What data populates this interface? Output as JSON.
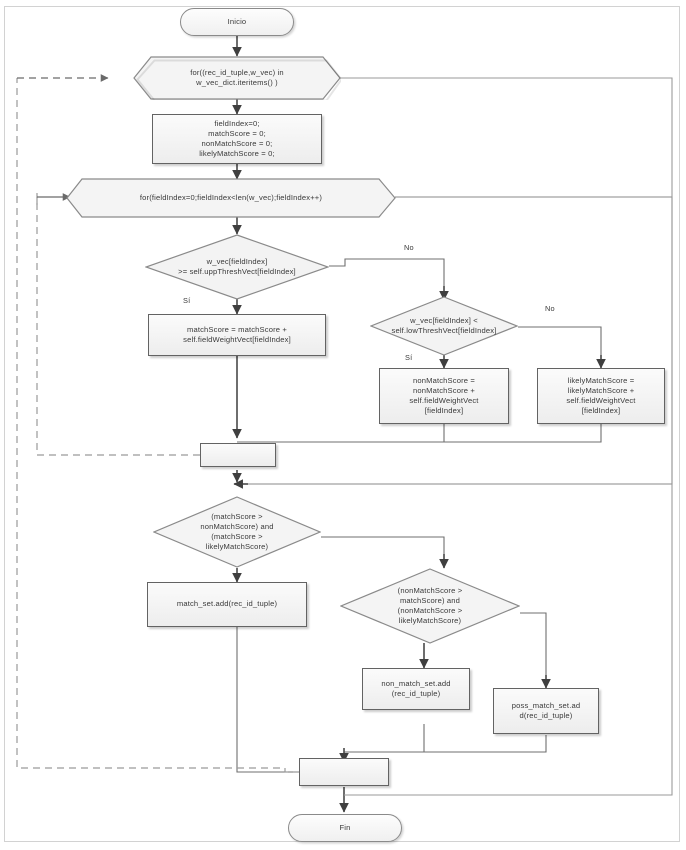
{
  "diagram": {
    "type": "flowchart",
    "language": "es",
    "title": "",
    "colors": {
      "node_fill_light": "#fbfbfb",
      "node_fill_dark": "#ededed",
      "node_stroke": "#636363",
      "terminator_stroke": "#8a8a8a",
      "wire": "#5a5a5a",
      "wire_light": "#9a9a9a",
      "text": "#3a3a3a",
      "page_border": "#d2d2d2"
    },
    "nodes": [
      {
        "id": "start",
        "shape": "terminator",
        "label": "Inicio"
      },
      {
        "id": "for_outer",
        "shape": "hexagon",
        "label": "for((rec_id_tuple,w_vec) in\nw_vec_dict.iteritems() )"
      },
      {
        "id": "init",
        "shape": "process",
        "label": "fieldIndex=0;\nmatchScore = 0;\nnonMatchScore = 0;\nlikelyMatchScore = 0;"
      },
      {
        "id": "for_inner",
        "shape": "hexagon",
        "label": "for(fieldIndex=0;fieldIndex<len(w_vec);fieldIndex++)"
      },
      {
        "id": "dec_upper",
        "shape": "decision",
        "label": "w_vec[fieldIndex]\n>= self.uppThreshVect[fieldIndex]"
      },
      {
        "id": "match_add",
        "shape": "process",
        "label": "matchScore = matchScore +\nself.fieldWeightVect[fieldIndex]"
      },
      {
        "id": "dec_lower",
        "shape": "decision",
        "label": "w_vec[fieldIndex] <\nself.lowThreshVect[fieldIndex]"
      },
      {
        "id": "nonmatch_add",
        "shape": "process",
        "label": "nonMatchScore =\nnonMatchScore +\nself.fieldWeightVect\n[fieldIndex]"
      },
      {
        "id": "likely_add",
        "shape": "process",
        "label": "likelyMatchScore =\nlikelyMatchScore +\nself.fieldWeightVect\n[fieldIndex]"
      },
      {
        "id": "merge_inner",
        "shape": "process",
        "label": ""
      },
      {
        "id": "dec_match",
        "shape": "decision",
        "label": "(matchScore >\nnonMatchScore) and\n(matchScore >\nlikelyMatchScore)"
      },
      {
        "id": "match_set",
        "shape": "process",
        "label": "match_set.add(rec_id_tuple)"
      },
      {
        "id": "dec_nonmatch",
        "shape": "decision",
        "label": "(nonMatchScore >\nmatchScore) and\n(nonMatchScore >\nlikelyMatchScore)"
      },
      {
        "id": "non_match_set",
        "shape": "process",
        "label": "non_match_set.add\n(rec_id_tuple)"
      },
      {
        "id": "poss_match_set",
        "shape": "process",
        "label": "poss_match_set.ad\nd(rec_id_tuple)"
      },
      {
        "id": "merge_outer",
        "shape": "process",
        "label": ""
      },
      {
        "id": "end",
        "shape": "terminator",
        "label": "Fin"
      }
    ],
    "edge_labels": [
      {
        "id": "upper_no",
        "text": "No"
      },
      {
        "id": "upper_si",
        "text": "Sí"
      },
      {
        "id": "lower_no",
        "text": "No"
      },
      {
        "id": "lower_si",
        "text": "Sí"
      }
    ]
  }
}
